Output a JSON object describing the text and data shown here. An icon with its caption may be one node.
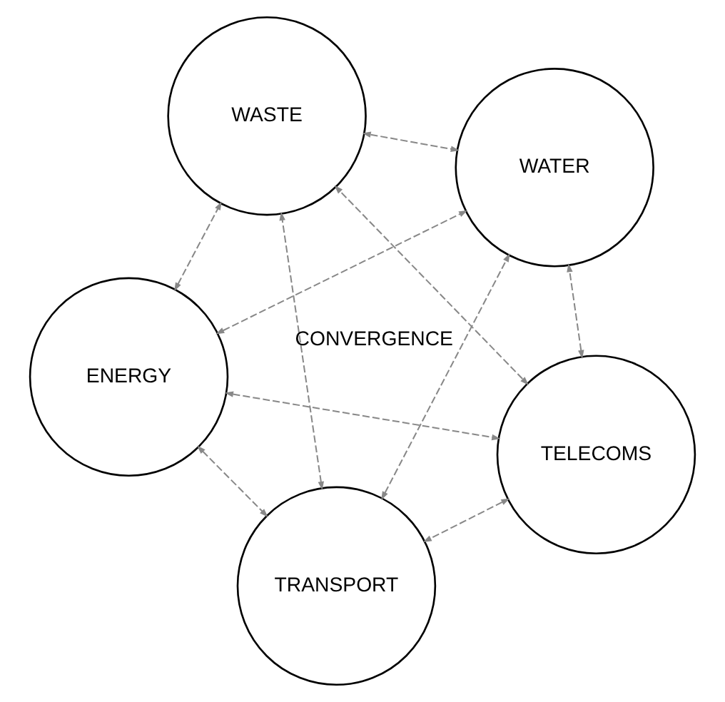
{
  "diagram": {
    "nodes": [
      {
        "text": [
          "ENERGY"
        ]
      },
      {
        "text": [
          "TELECOMS"
        ]
      },
      {
        "text": [
          "TRANSPORT"
        ]
      },
      {
        "text": [
          "WASTE"
        ]
      },
      {
        "text": [
          "WATER"
        ]
      }
    ],
    "edges": [
      {
        "from": 0,
        "to": 1,
        "arrow": "both",
        "style": "dashed"
      },
      {
        "from": 0,
        "to": 2,
        "arrow": "both",
        "style": "dashed"
      },
      {
        "from": 0,
        "to": 3,
        "arrow": "both",
        "style": "dashed"
      },
      {
        "from": 0,
        "to": 4,
        "arrow": "both",
        "style": "dashed"
      },
      {
        "from": 1,
        "to": 2,
        "arrow": "both",
        "style": "dashed"
      },
      {
        "from": 1,
        "to": 3,
        "arrow": "both",
        "style": "dashed"
      },
      {
        "from": 1,
        "to": 4,
        "arrow": "both",
        "style": "dashed"
      },
      {
        "from": 2,
        "to": 3,
        "arrow": "both",
        "style": "dashed"
      },
      {
        "from": 2,
        "to": 4,
        "arrow": "both",
        "style": "dashed"
      },
      {
        "from": 3,
        "to": 4,
        "arrow": "both",
        "style": "dashed"
      }
    ],
    "labels": [
      "CONVERGENCE"
    ]
  }
}
